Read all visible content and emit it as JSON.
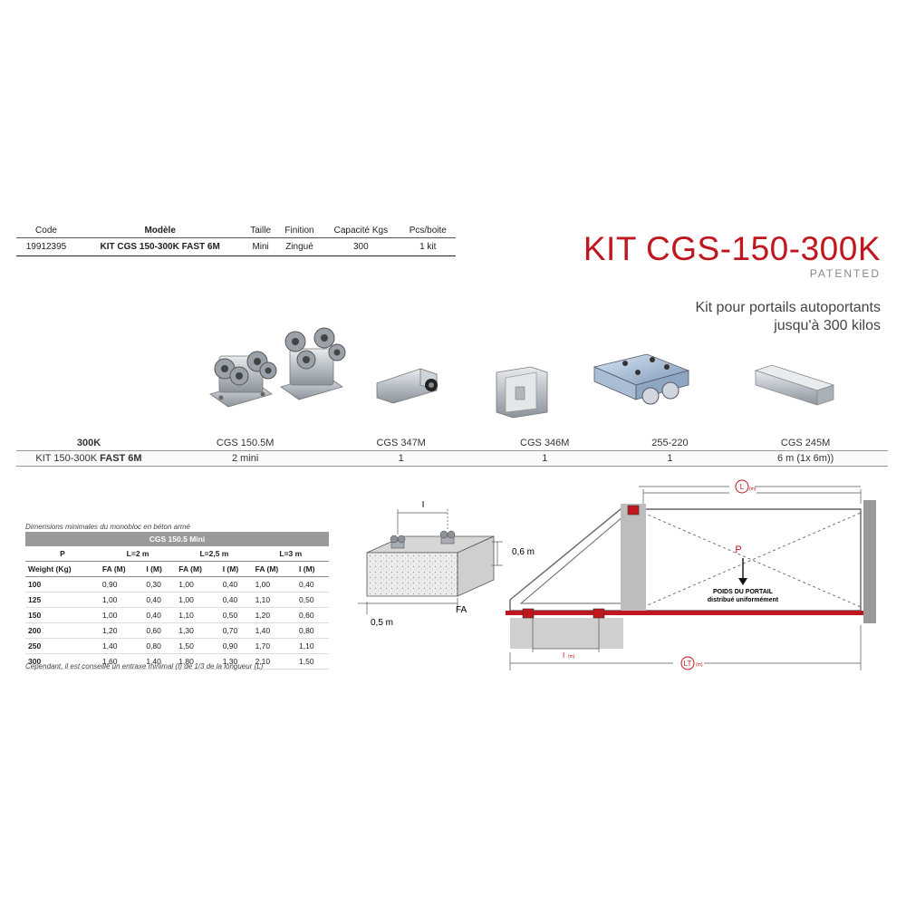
{
  "spec_table": {
    "headers": [
      "Code",
      "Modèle",
      "Taille",
      "Finition",
      "Capacité Kgs",
      "Pcs/boite"
    ],
    "row": [
      "19912395",
      "KIT CGS 150-300K FAST 6M",
      "Mini",
      "Zingué",
      "300",
      "1 kit"
    ]
  },
  "title": "KIT CGS-150-300K",
  "patented": "PATENTED",
  "description": [
    "Kit pour portails autoportants",
    "jusqu'à 300 kilos"
  ],
  "components": {
    "label_row1": "300K",
    "label_row2_prefix": "KIT 150-300K ",
    "label_row2_bold": "FAST 6M",
    "items": [
      {
        "code": "CGS 150.5M",
        "qty": "2 mini",
        "icon": "carriage-icon"
      },
      {
        "code": "CGS 347M",
        "qty": "1",
        "icon": "end-cap-icon"
      },
      {
        "code": "CGS 346M",
        "qty": "1",
        "icon": "bracket-icon"
      },
      {
        "code": "255-220",
        "qty": "1",
        "icon": "guide-plate-icon"
      },
      {
        "code": "CGS 245M",
        "qty": "6 m (1x 6m))",
        "icon": "rail-icon"
      }
    ]
  },
  "dimensions": {
    "caption": "Dimensions minimales du monobloc en béton armé",
    "header": "CGS 150.5 Mini",
    "p_label": "P",
    "groups": [
      "L=2 m",
      "L=2,5 m",
      "L=3 m"
    ],
    "subheaders": [
      "Weight (Kg)",
      "FA (M)",
      "I (M)",
      "FA (M)",
      "I (M)",
      "FA (M)",
      "I (M)"
    ],
    "rows": [
      [
        "100",
        "0,90",
        "0,30",
        "1,00",
        "0,40",
        "1,00",
        "0,40"
      ],
      [
        "125",
        "1,00",
        "0,40",
        "1,00",
        "0,40",
        "1,10",
        "0,50"
      ],
      [
        "150",
        "1,00",
        "0,40",
        "1,10",
        "0,50",
        "1,20",
        "0,60"
      ],
      [
        "200",
        "1,20",
        "0,60",
        "1,30",
        "0,70",
        "1,40",
        "0,80"
      ],
      [
        "250",
        "1,40",
        "0,80",
        "1,50",
        "0,90",
        "1,70",
        "1,10"
      ],
      [
        "300",
        "1,60",
        "1,40",
        "1,80",
        "1,30",
        "2,10",
        "1,50"
      ]
    ],
    "note": "Cependant, il est conseillé un entraxe minimal (I) de 1/3 de la longueur (L)"
  },
  "diagram": {
    "block_i": "I",
    "block_height": "0,6 m",
    "block_width": "0,5 m",
    "block_fa": "FA",
    "gate_L": "L",
    "gate_L_sub": "(m)",
    "gate_LT": "LT",
    "gate_LT_sub": "(m)",
    "gate_i": "I",
    "gate_i_sub": "(m)",
    "p_label": "P",
    "weight_line1": "POIDS DU PORTAIL",
    "weight_line2": "distribué uniformément"
  },
  "colors": {
    "brand_red": "#c0161e",
    "grey": "#9a9a9a"
  }
}
